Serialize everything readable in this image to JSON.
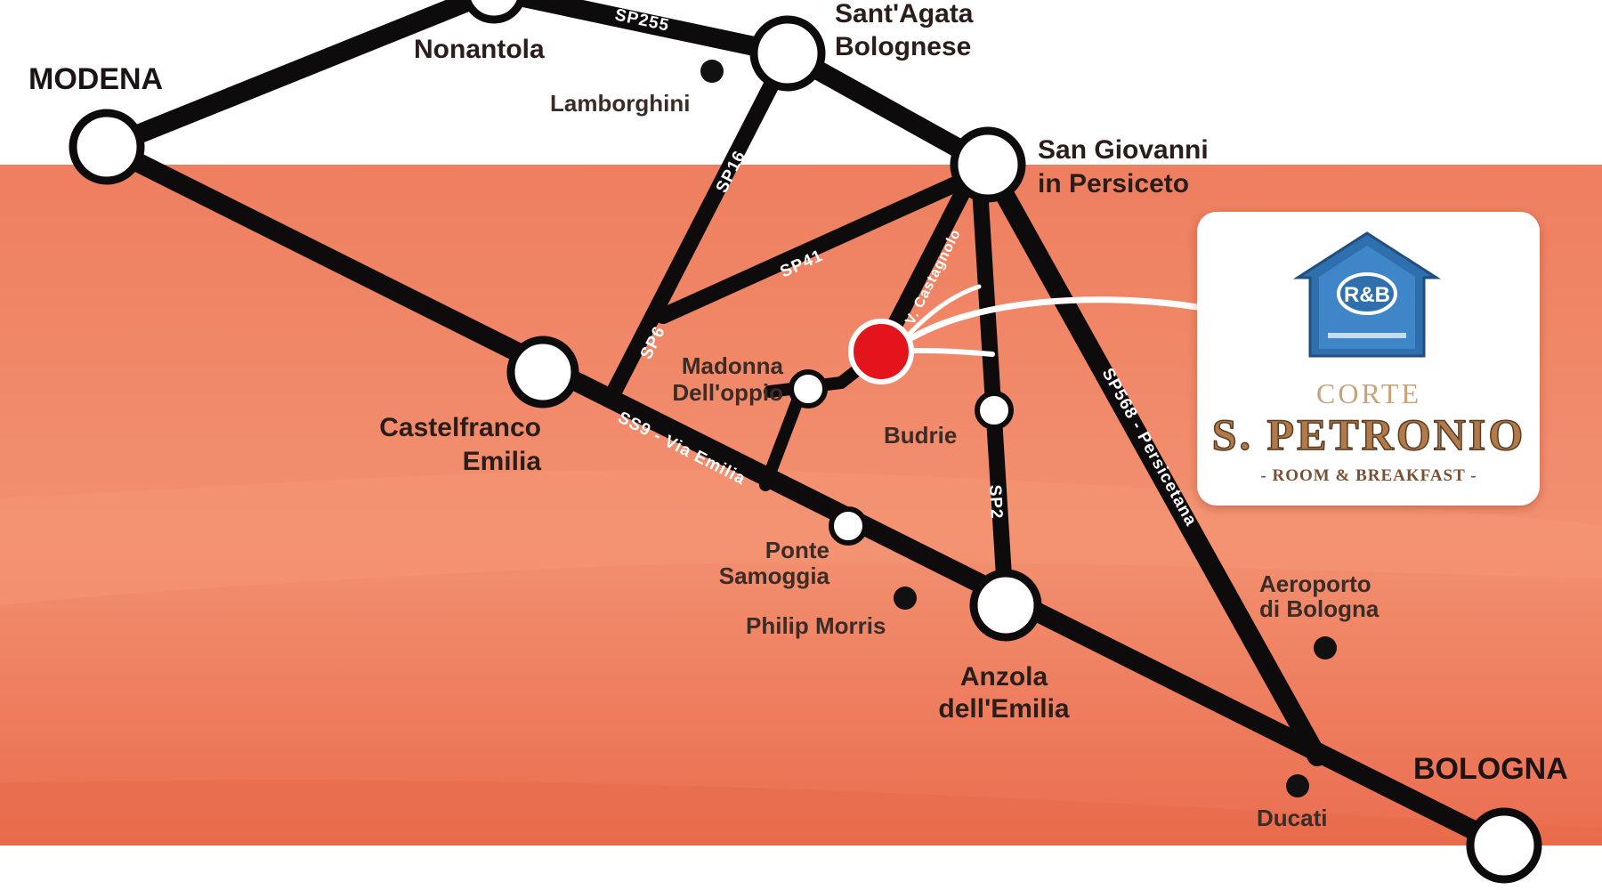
{
  "colors": {
    "band": "#ee7a5b",
    "band_light": "#f4946f",
    "road": "#0d0b0b",
    "location_marker": "#e3141b",
    "logo_blue": "#2f6fae"
  },
  "places": {
    "modena": "MODENA",
    "nonantola": "Nonantola",
    "santagata_1": "Sant'Agata",
    "santagata_2": "Bolognese",
    "lamborghini": "Lamborghini",
    "sangiovanni_1": "San Giovanni",
    "sangiovanni_2": "in Persiceto",
    "castelfranco_1": "Castelfranco",
    "castelfranco_2": "Emilia",
    "madonna_1": "Madonna",
    "madonna_2": "Dell'oppio",
    "budrie": "Budrie",
    "ponte_1": "Ponte",
    "ponte_2": "Samoggia",
    "philip_morris": "Philip Morris",
    "anzola_1": "Anzola",
    "anzola_2": "dell'Emilia",
    "aeroporto_1": "Aeroporto",
    "aeroporto_2": "di Bologna",
    "ducati": "Ducati",
    "bologna": "BOLOGNA"
  },
  "roads": {
    "sp255": "SP255",
    "sp16": "SP16",
    "sp41": "SP41",
    "sp6": "SP6",
    "castagnolo": "V. Castagnolo",
    "ss9": "SS9 - Via Emilia",
    "sp2": "SP2",
    "sp568": "SP568 - Persicetana"
  },
  "logo": {
    "badge": "R&B",
    "corte": "CORTE",
    "name": "S. PETRONIO",
    "subtitle": "- ROOM & BREAKFAST -"
  }
}
